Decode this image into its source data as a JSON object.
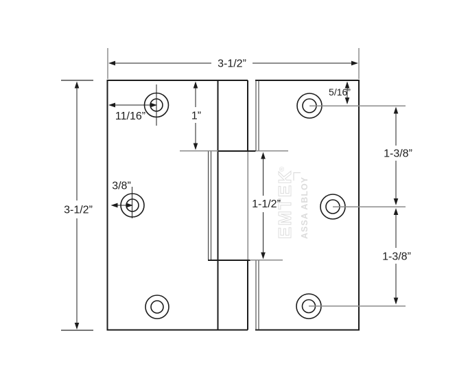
{
  "diagram": {
    "kind": "hinge-dimension-drawing",
    "dimensions": {
      "overall_width": "3-1/2”",
      "overall_height": "3-1/2”",
      "top_hole_horizontal_inset": "11/16”",
      "top_edge_to_barrel": "1”",
      "mid_hole_horizontal_inset": "3/8”",
      "center_barrel_length": "1-1/2”",
      "top_edge_to_top_hole": "5/16”",
      "upper_hole_spacing": "1-3/8”",
      "lower_hole_spacing": "1-3/8”"
    },
    "watermark": {
      "brand": "EMTEK",
      "registered_mark": "®",
      "parent_brand": "ASSA ABLOY"
    },
    "colors": {
      "line": "#1c1c1c",
      "extension": "#8a8a8a",
      "watermark": "#dcdcdc",
      "background": "#ffffff"
    }
  }
}
